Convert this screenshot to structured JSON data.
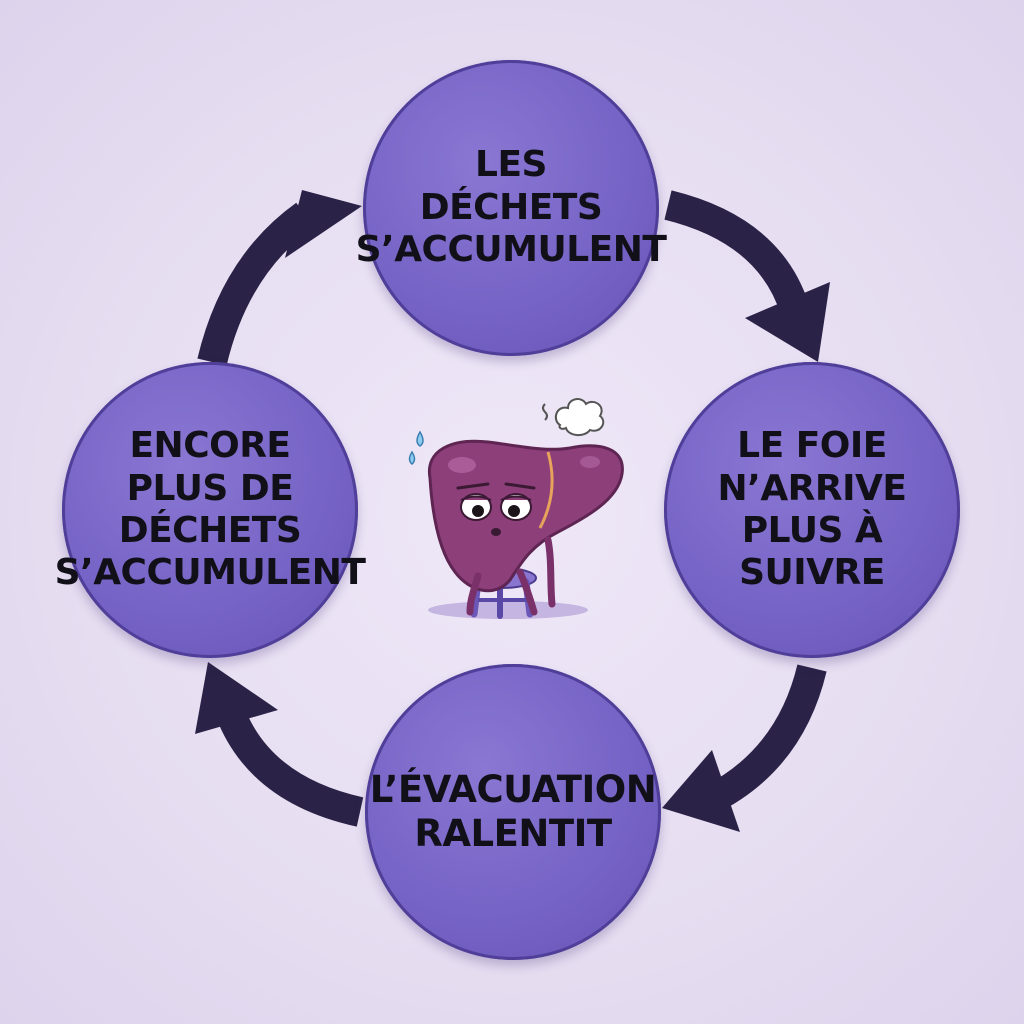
{
  "cycle": {
    "steps": [
      {
        "id": "top",
        "label": "LES\nDÉCHETS\nS’ACCUMULENT"
      },
      {
        "id": "right",
        "label": "LE FOIE\nN’ARRIVE\nPLUS À\nSUIVRE"
      },
      {
        "id": "bottom",
        "label": "L’ÉVACUATION\nRALENTIT"
      },
      {
        "id": "left",
        "label": "ENCORE\nPLUS DE\nDÉCHETS\nS’ACCUMULENT"
      }
    ],
    "arrow_color": "#2b2347",
    "node_color": "#7664c6"
  },
  "illustration": {
    "subject": "tired-liver-character",
    "liver_color": "#8d3f7a",
    "stool_color": "#7a64c4"
  }
}
